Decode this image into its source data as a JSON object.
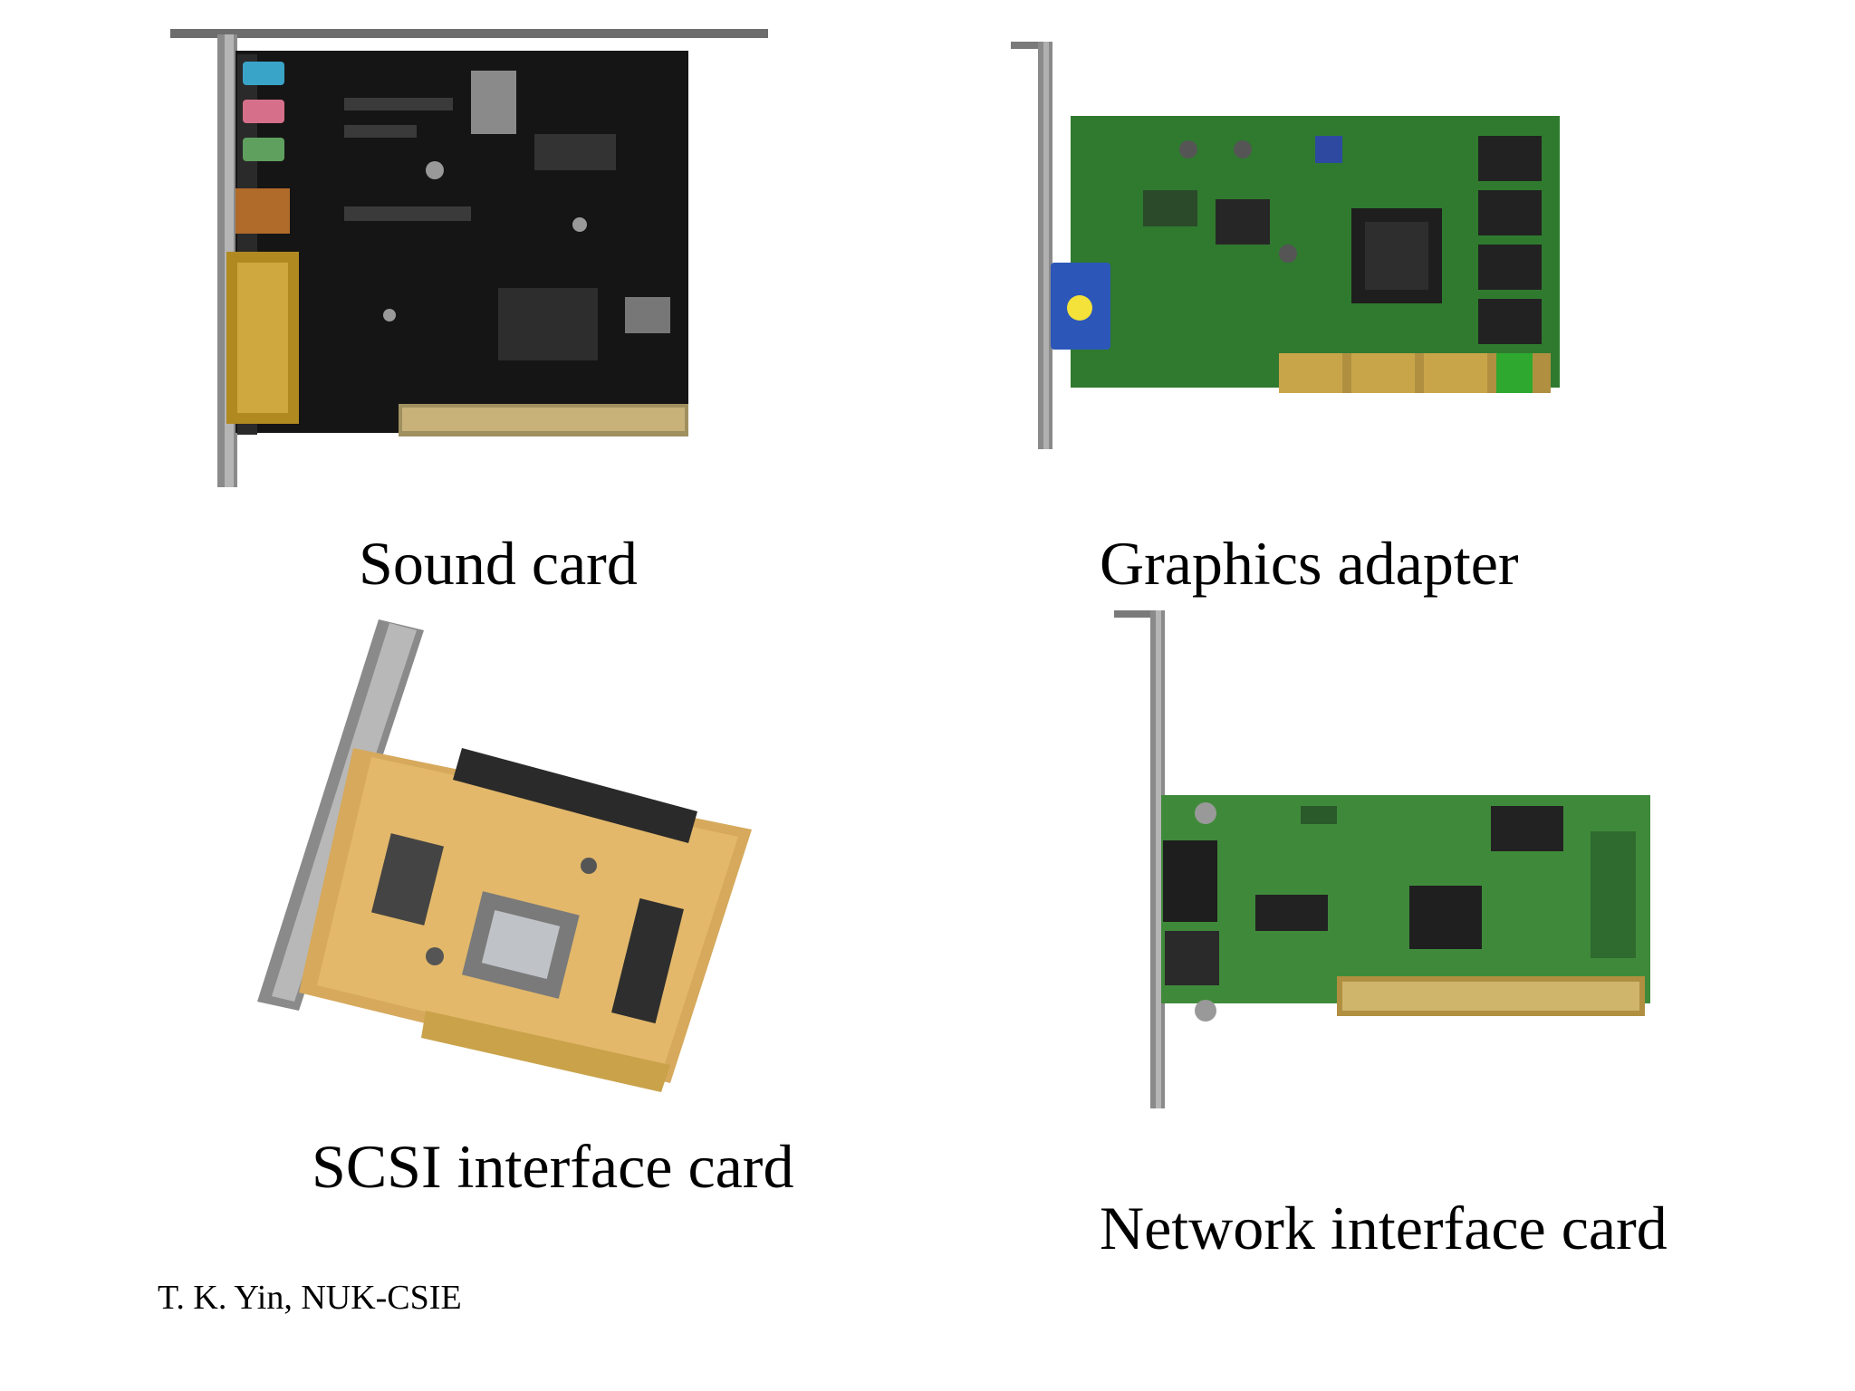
{
  "slide": {
    "cards": [
      {
        "id": "sound",
        "caption": "Sound card",
        "board_color": "#151515"
      },
      {
        "id": "graphics",
        "caption": "Graphics adapter",
        "board_color": "#2f7a2f"
      },
      {
        "id": "scsi",
        "caption": "SCSI interface card",
        "board_color": "#d6a95c"
      },
      {
        "id": "network",
        "caption": "Network interface card",
        "board_color": "#3f8a3a"
      }
    ],
    "footer": "T. K. Yin, NUK-CSIE"
  }
}
